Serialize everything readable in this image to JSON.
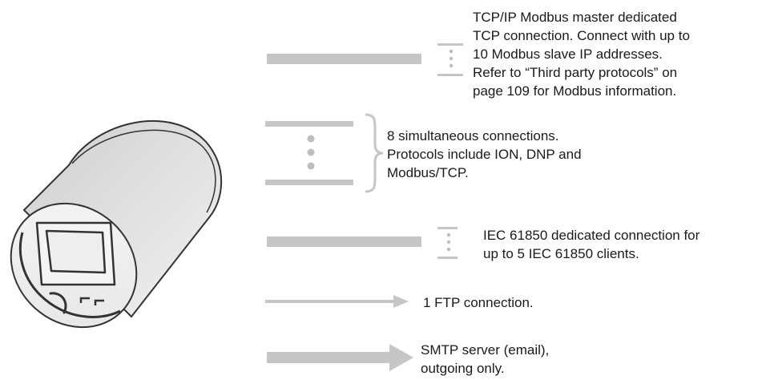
{
  "captions": {
    "modbus_master": "TCP/IP Modbus master dedicated\nTCP connection. Connect with up to\n10 Modbus slave IP addresses.\nRefer to “Third party protocols” on\npage 109 for Modbus information.",
    "simultaneous": "8 simultaneous connections.\nProtocols include ION, DNP and\nModbus/TCP.",
    "iec61850": "IEC 61850 dedicated connection for\nup to 5 IEC 61850 clients.",
    "ftp": "1 FTP connection.",
    "smtp": "SMTP server (email),\noutgoing only."
  },
  "colors": {
    "connector_gray": "#c6c6c6",
    "dot_gray": "#bdbdbd",
    "meter_body": "#dcdcdc",
    "meter_outline": "#333333",
    "text": "#1a1a1a"
  }
}
